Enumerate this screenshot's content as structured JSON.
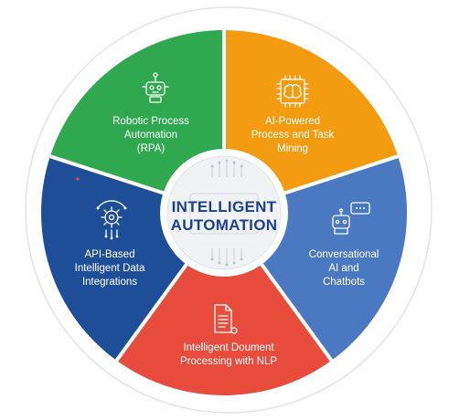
{
  "center": {
    "line1": "INTELLIGENT",
    "line2": "AUTOMATION"
  },
  "segments": [
    {
      "id": "rpa",
      "lines": [
        "Robotic Process",
        "Automation",
        "(RPA)"
      ],
      "color": "#2fa84f",
      "icon": "robot-icon"
    },
    {
      "id": "mining",
      "lines": [
        "AI-Powered",
        "Process and Task",
        "Mining"
      ],
      "color": "#f39c12",
      "icon": "brain-chip-icon"
    },
    {
      "id": "chatbots",
      "lines": [
        "Conversational",
        "AI and",
        "Chatbots"
      ],
      "color": "#4a78c1",
      "icon": "chatbot-icon"
    },
    {
      "id": "nlp",
      "lines": [
        "Intelligent Doument",
        "Processing with NLP"
      ],
      "color": "#e74c3c",
      "icon": "document-icon"
    },
    {
      "id": "api",
      "lines": [
        "API-Based",
        "Intelligent Data",
        "Integrations"
      ],
      "color": "#1f4e98",
      "icon": "gear-network-icon"
    }
  ],
  "colors": {
    "outer_ring": "#e1e1e1",
    "center_fill": "#f1f2f4",
    "center_text": "#1f3f8f"
  }
}
